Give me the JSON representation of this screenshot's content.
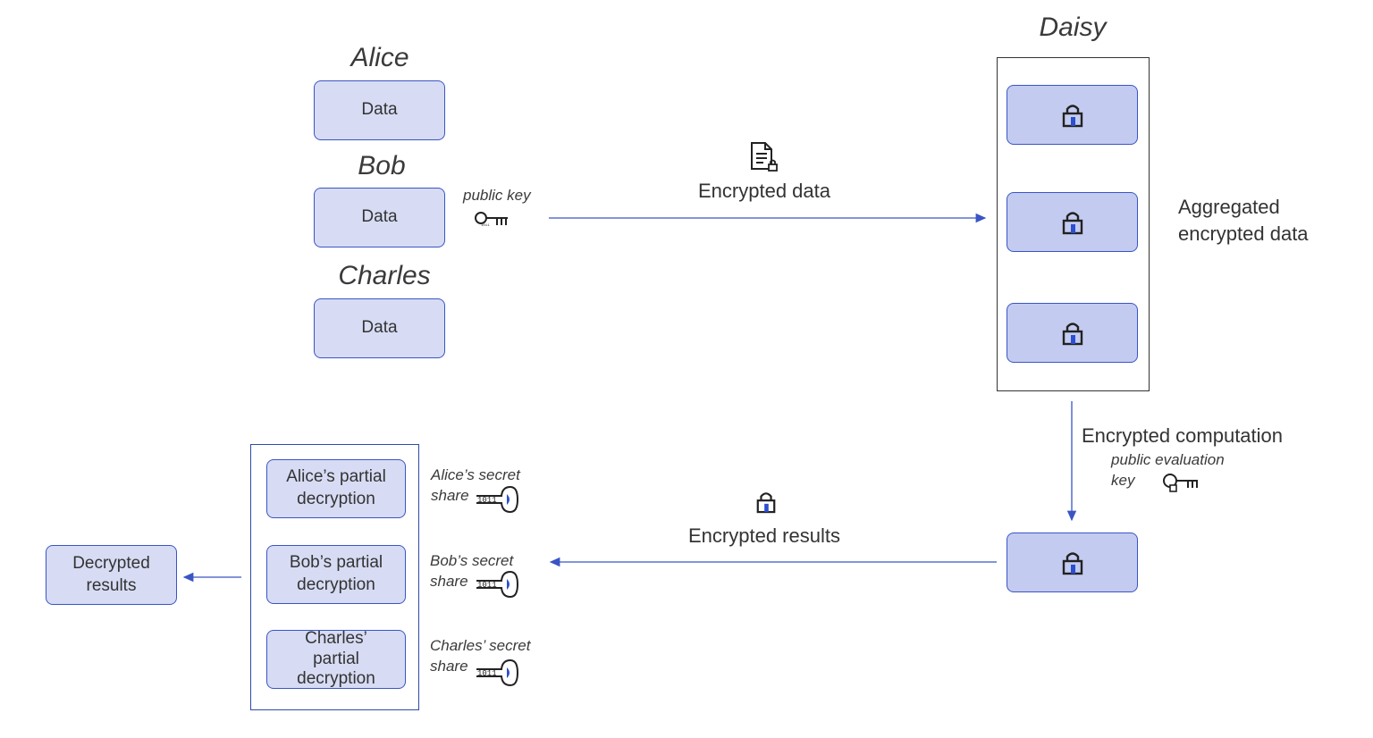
{
  "parties": {
    "alice": "Alice",
    "bob": "Bob",
    "charles": "Charles",
    "daisy": "Daisy"
  },
  "data_boxes": [
    "Data",
    "Data",
    "Data"
  ],
  "public_key_label": "public key",
  "encrypted_data_label": "Encrypted data",
  "aggregated_label": [
    "Aggregated",
    "encrypted data"
  ],
  "encrypted_computation_label": "Encrypted computation",
  "public_evaluation_key_label": [
    "public evaluation",
    "key"
  ],
  "encrypted_results_label": "Encrypted results",
  "partial_decryptions": [
    [
      "Alice’s partial",
      "decryption"
    ],
    [
      "Bob’s partial",
      "decryption"
    ],
    [
      "Charles’",
      "partial",
      "decryption"
    ]
  ],
  "secret_shares": [
    [
      "Alice’s secret",
      "share"
    ],
    [
      "Bob’s secret",
      "share"
    ],
    [
      "Charles’ secret",
      "share"
    ]
  ],
  "decrypted_results": [
    "Decrypted",
    "results"
  ],
  "icons": {
    "key": "key-icon",
    "lock": "lock-icon",
    "document": "encrypted-document-icon",
    "secret_share": "secret-share-key-icon"
  },
  "colors": {
    "accent": "#3a55c4",
    "box_fill": "#d7dcf4"
  }
}
